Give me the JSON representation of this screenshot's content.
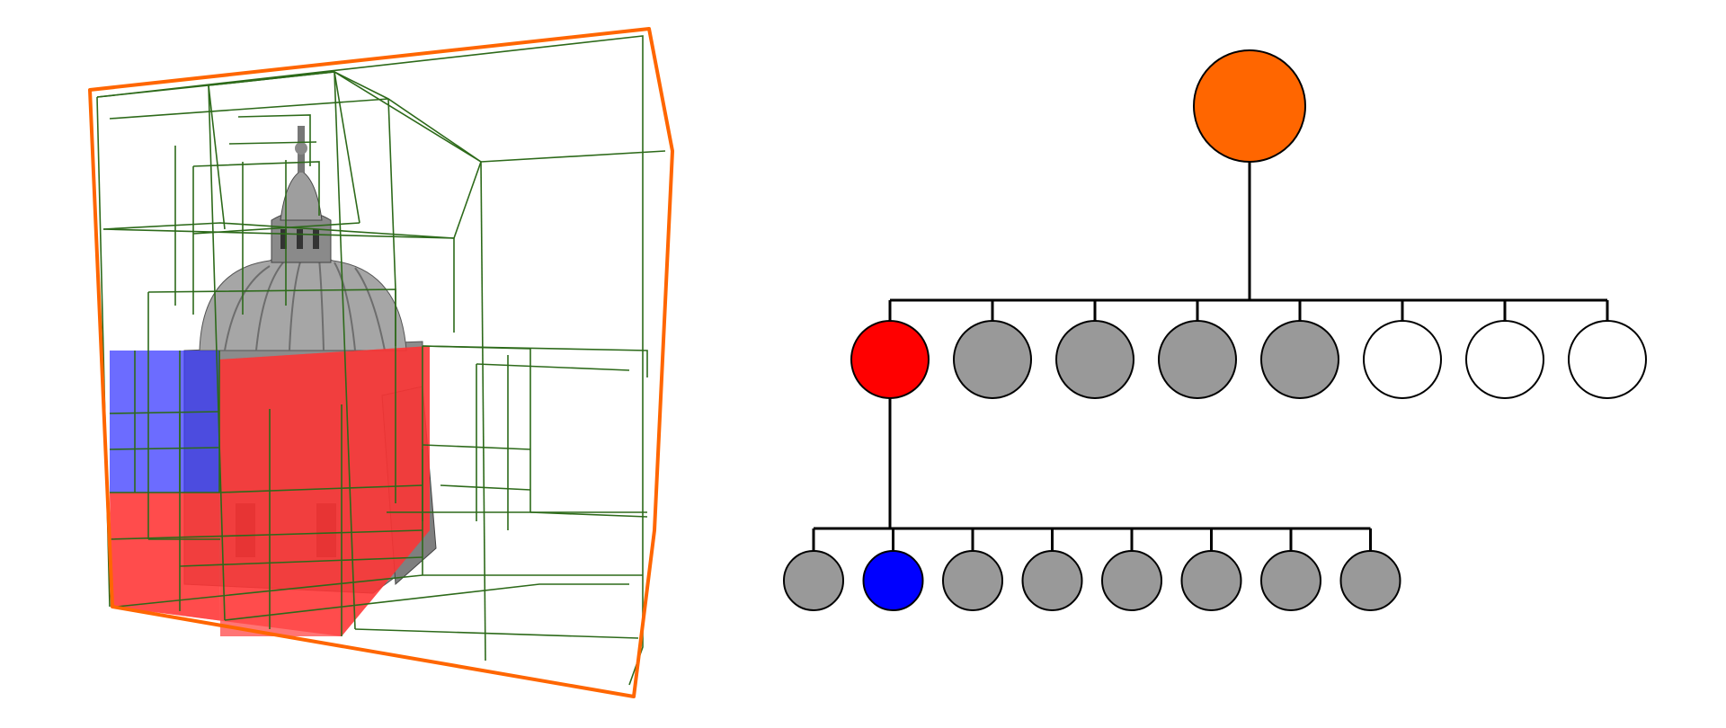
{
  "figure": {
    "type": "octree-visualization",
    "colors": {
      "root": "#ff6600",
      "selected_level1": "#ff0000",
      "selected_level2": "#0000ff",
      "occupied": "#999999",
      "empty": "#ffffff",
      "wireframe": "#2d6a1a",
      "outline": "#000000",
      "region_red": "#ff3333",
      "region_blue": "#3333ff",
      "dome_stone": "#9a9a9a"
    },
    "left_panel": {
      "subject": "dome-point-cloud",
      "bounding_box_color": "#ff6600",
      "highlight_regions": [
        "red",
        "blue"
      ]
    },
    "tree": {
      "root": {
        "state": "root"
      },
      "level1": [
        {
          "state": "selected"
        },
        {
          "state": "occupied"
        },
        {
          "state": "occupied"
        },
        {
          "state": "occupied"
        },
        {
          "state": "occupied"
        },
        {
          "state": "empty"
        },
        {
          "state": "empty"
        },
        {
          "state": "empty"
        }
      ],
      "level2_parent_index": 0,
      "level2": [
        {
          "state": "occupied"
        },
        {
          "state": "selected"
        },
        {
          "state": "occupied"
        },
        {
          "state": "occupied"
        },
        {
          "state": "occupied"
        },
        {
          "state": "occupied"
        },
        {
          "state": "occupied"
        },
        {
          "state": "occupied"
        }
      ]
    }
  }
}
